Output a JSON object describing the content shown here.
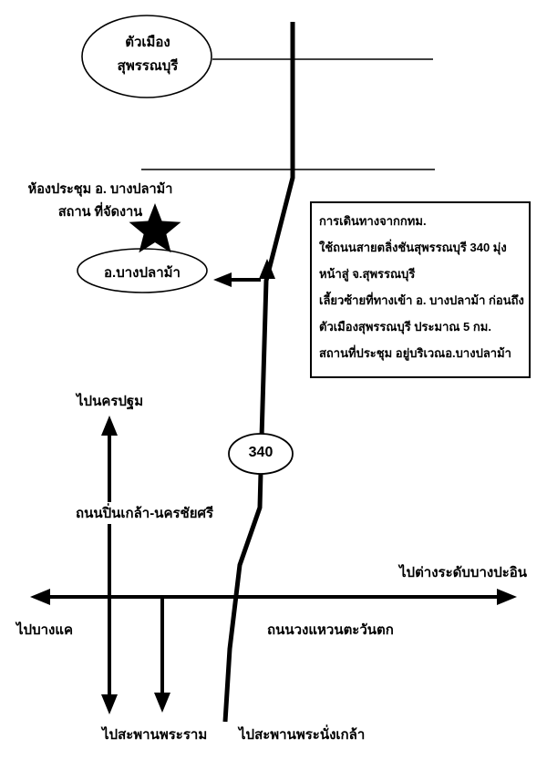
{
  "colors": {
    "background": "#ffffff",
    "ink": "#000000"
  },
  "city_oval": {
    "line1": "ตัวเมือง",
    "line2": "สุพรรณบุรี"
  },
  "venue": {
    "line1": "ห้องประชุม อ. บางปลาม้า",
    "line2": "สถาน ที่จัดงาน"
  },
  "district_oval": {
    "label": "อ.บางปลาม้า"
  },
  "route_badge": {
    "label": "340"
  },
  "info_box": {
    "lines": [
      "การเดินทางจากกทม.",
      "ใช้ถนนสายตลิ่งชันสุพรรณบุรี 340  มุ่ง",
      "หน้าสู่ จ.สุพรรณบุรี",
      "เลี้ยวซ้ายที่ทางเข้า อ. บางปลาม้า ก่อนถึง",
      "ตัวเมืองสุพรรณบุรี ประมาณ 5 กม.",
      "สถานที่ประชุม อยู่บริเวณอ.บางปลาม้า"
    ]
  },
  "labels": {
    "to_nakhon_pathom": "ไปนครปฐม",
    "pinklao_road": "ถนนปิ่นเกล้า-นครชัยศรี",
    "to_bang_pa_in": "ไปต่างระดับบางปะอิน",
    "to_bang_khae": "ไปบางแค",
    "west_ring_road": "ถนนวงแหวนตะวันตก",
    "to_rama_bridge": "ไปสะพานพระราม",
    "to_phra_nangklao_bridge": "ไปสะพานพระนั่งเกล้า"
  },
  "icons": {
    "star": "venue-star"
  }
}
